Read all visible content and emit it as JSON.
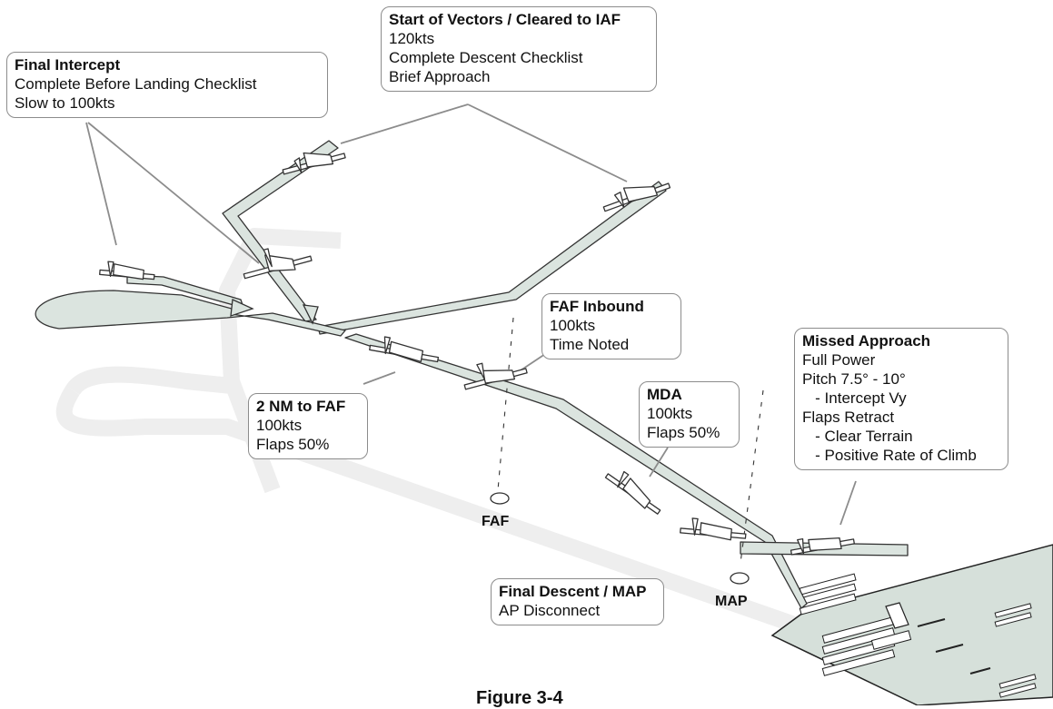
{
  "callouts": {
    "final_intercept": {
      "title": "Final Intercept",
      "lines": [
        "Complete Before Landing Checklist",
        "Slow to 100kts"
      ]
    },
    "vectors": {
      "title": "Start of Vectors / Cleared to IAF",
      "lines": [
        "120kts",
        "Complete Descent Checklist",
        "Brief Approach"
      ]
    },
    "faf_inbound": {
      "title": "FAF Inbound",
      "lines": [
        "100kts",
        "Time Noted"
      ]
    },
    "missed": {
      "title": "Missed Approach",
      "lines": [
        "Full Power",
        "Pitch 7.5° - 10°",
        "   - Intercept Vy",
        "Flaps Retract",
        "   - Clear Terrain",
        "   - Positive Rate of Climb"
      ]
    },
    "two_nm": {
      "title": "2 NM to FAF",
      "lines": [
        "100kts",
        "Flaps 50%"
      ]
    },
    "mda": {
      "title": "MDA",
      "lines": [
        "100kts",
        "Flaps 50%"
      ]
    },
    "final_descent": {
      "title": "Final Descent / MAP",
      "lines": [
        "AP Disconnect"
      ]
    }
  },
  "fixes": {
    "faf": "FAF",
    "map": "MAP"
  },
  "caption": "Figure 3-4"
}
